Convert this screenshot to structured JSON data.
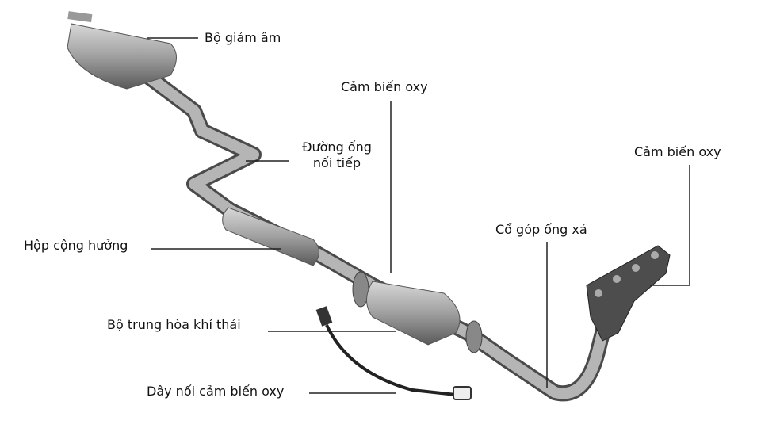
{
  "labels": {
    "muffler": "Bộ giảm âm",
    "oxygen_sensor_center": "Cảm biến oxy",
    "connecting_pipe_line1": "Đường ống",
    "connecting_pipe_line2": "nối tiếp",
    "oxygen_sensor_right": "Cảm biến oxy",
    "exhaust_manifold": "Cổ góp ống xả",
    "resonator": "Hộp cộng hưởng",
    "catalytic_converter": "Bộ trung hòa khí thải",
    "sensor_wire": "Dây nối cảm biến oxy"
  },
  "colors": {
    "metal": "#9a9a9a",
    "metal_dark": "#5e5e5e",
    "leader": "#222222"
  }
}
